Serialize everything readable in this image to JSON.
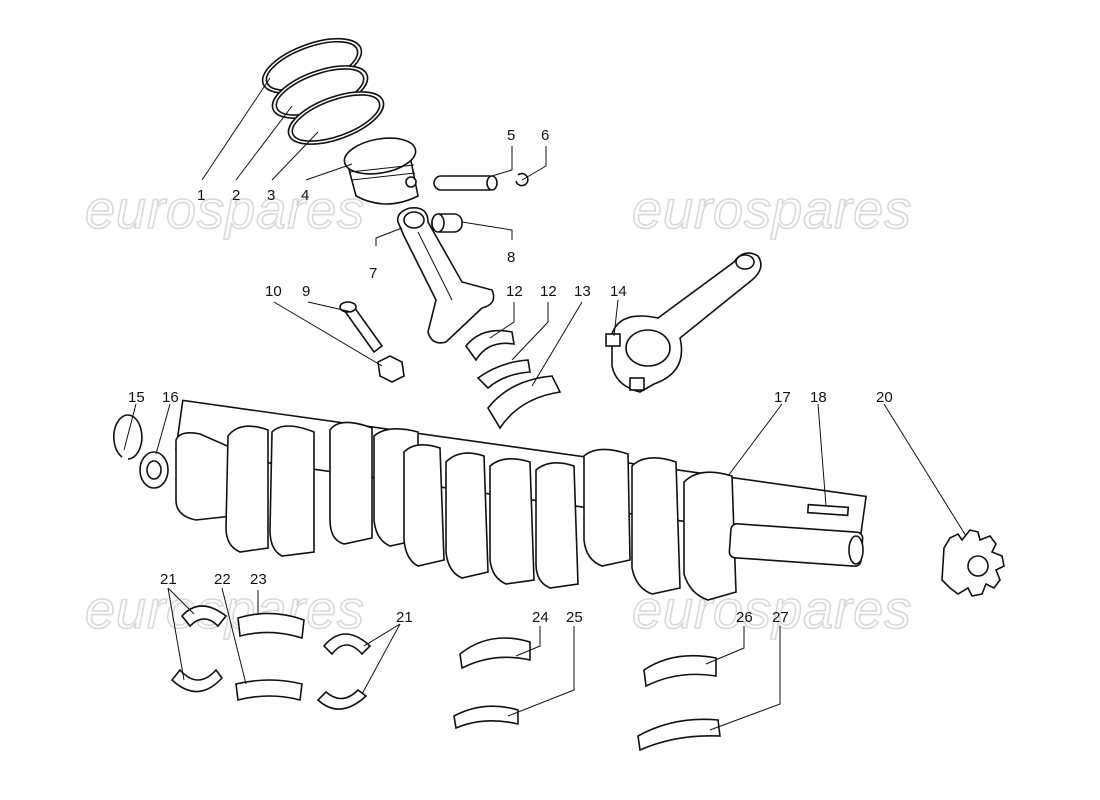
{
  "watermark": {
    "text": "eurospares"
  },
  "callouts": [
    "1",
    "2",
    "3",
    "4",
    "5",
    "6",
    "7",
    "8",
    "9",
    "10",
    "12",
    "12",
    "13",
    "14",
    "15",
    "16",
    "17",
    "18",
    "20",
    "21",
    "22",
    "23",
    "21",
    "24",
    "25",
    "26",
    "27"
  ]
}
